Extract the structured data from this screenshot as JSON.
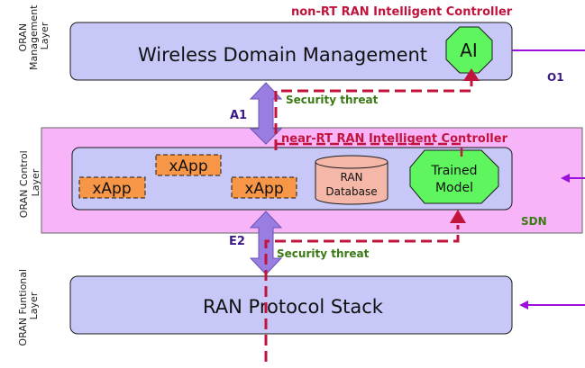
{
  "layers": {
    "management": "ORAN Management Layer",
    "control": "ORAN Control Layer",
    "functional": "ORAN Funtional Layer"
  },
  "controllers": {
    "non_rt": "non-RT RAN Intelligent Controller",
    "near_rt": "near-RT RAN Intelligent Controller"
  },
  "blocks": {
    "wireless_domain": "Wireless Domain Management",
    "ai": "AI",
    "ran_protocol": "RAN Protocol Stack",
    "ran_db_line1": "RAN",
    "ran_db_line2": "Database",
    "trained_model_line1": "Trained",
    "trained_model_line2": "Model"
  },
  "xapps": [
    "xApp",
    "xApp",
    "xApp"
  ],
  "interfaces": {
    "a1": "A1",
    "e2": "E2",
    "o1": "O1",
    "sdn": "SDN"
  },
  "threats": {
    "upper": "Security threat",
    "lower": "Security threat"
  },
  "colors": {
    "block_fill": "#c8c8f8",
    "sdn_fill": "#f8b4f8",
    "controller_title": "#c0143c",
    "threat_line": "#c0143c",
    "threat_text": "#3a7a14",
    "ai_fill": "#5ef55e",
    "xapp_fill": "#f79646",
    "db_fill": "#f5b8a8",
    "interface_arrow": "#9a7de0",
    "side_arrow": "#9a10d8"
  }
}
